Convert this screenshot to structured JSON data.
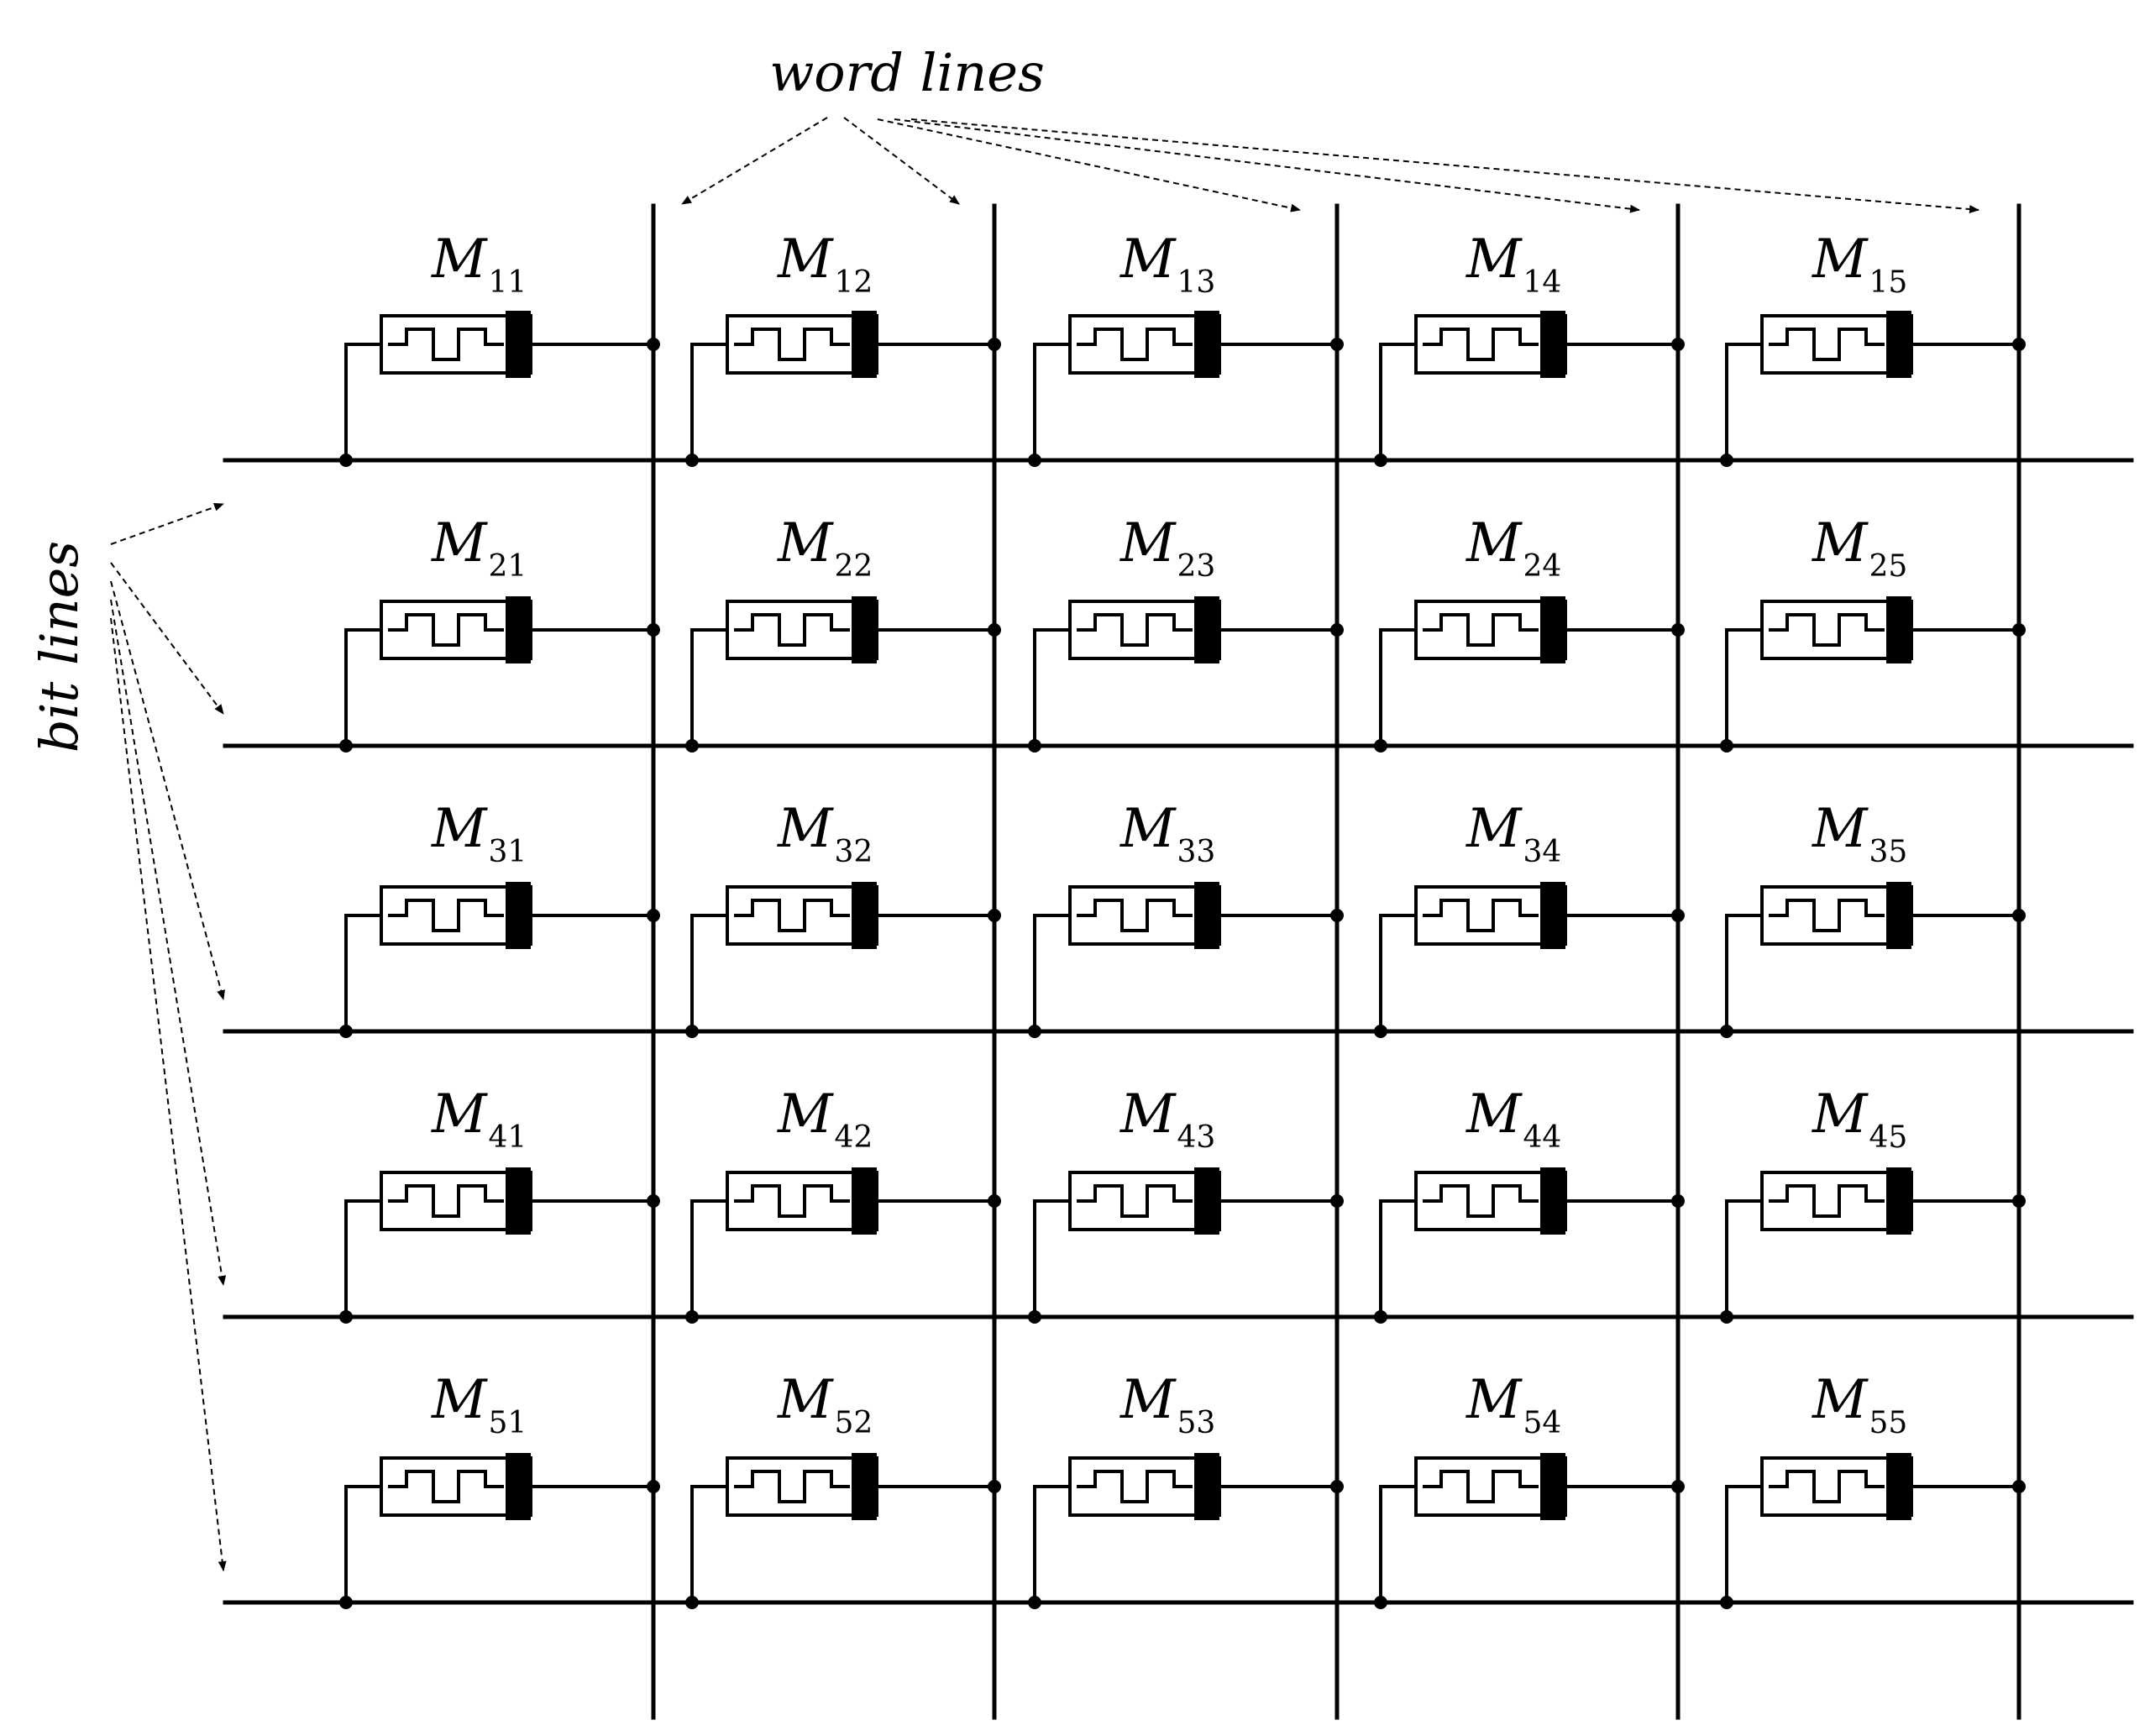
{
  "labels": {
    "word_lines": "word lines",
    "bit_lines": "bit lines"
  },
  "grid": {
    "rows": 5,
    "cols": 5,
    "cell_prefix": "M",
    "cells": [
      [
        "11",
        "12",
        "13",
        "14",
        "15"
      ],
      [
        "21",
        "22",
        "23",
        "24",
        "25"
      ],
      [
        "31",
        "32",
        "33",
        "34",
        "35"
      ],
      [
        "41",
        "42",
        "43",
        "44",
        "45"
      ],
      [
        "51",
        "52",
        "53",
        "54",
        "55"
      ]
    ]
  },
  "colors": {
    "line": "#000000",
    "background": "#ffffff"
  }
}
